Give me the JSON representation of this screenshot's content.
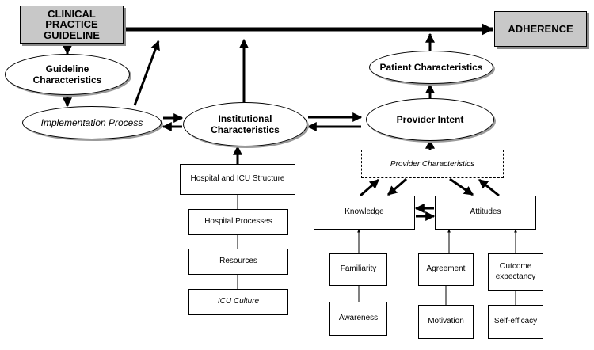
{
  "nodes": {
    "guideline": "CLINICAL\nPRACTICE\nGUIDELINE",
    "adherence": "ADHERENCE",
    "guideline_characteristics": "Guideline\nCharacteristics",
    "implementation_process": "Implementation Process",
    "institutional_characteristics": "Institutional\nCharacteristics",
    "patient_characteristics": "Patient Characteristics",
    "provider_intent": "Provider Intent",
    "provider_characteristics": "Provider Characteristics",
    "knowledge": "Knowledge",
    "attitudes": "Attitudes",
    "hospital_icu_structure": "Hospital and ICU Structure",
    "hospital_processes": "Hospital Processes",
    "resources": "Resources",
    "icu_culture": "ICU Culture",
    "familiarity": "Familiarity",
    "awareness": "Awareness",
    "agreement": "Agreement",
    "motivation": "Motivation",
    "outcome_expectancy": "Outcome\nexpectancy",
    "self_efficacy": "Self-efficacy"
  }
}
